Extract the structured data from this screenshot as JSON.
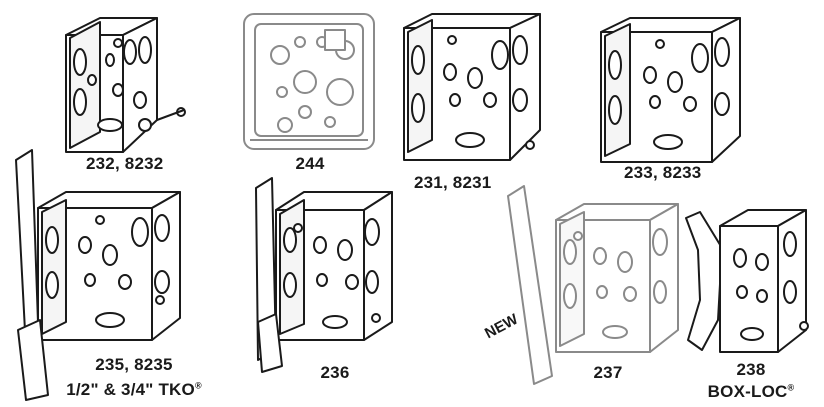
{
  "products": [
    {
      "id": "p232",
      "label": "232, 8232",
      "icon": "box-plain-icon"
    },
    {
      "id": "p244",
      "label": "244",
      "icon": "box-gray-icon"
    },
    {
      "id": "p231",
      "label": "231, 8231",
      "icon": "box-plain-icon"
    },
    {
      "id": "p233",
      "label": "233, 8233",
      "icon": "box-plain-icon"
    },
    {
      "id": "p235",
      "label": "235, 8235",
      "label2": "1/2\" & 3/4\" TKO",
      "label2_mark": "®",
      "icon": "box-bracket-icon"
    },
    {
      "id": "p236",
      "label": "236",
      "icon": "box-bracket-icon"
    },
    {
      "id": "p237",
      "label": "237",
      "badge": "NEW",
      "icon": "box-bracket-icon"
    },
    {
      "id": "p238",
      "label": "238",
      "label2": "BOX-LOC",
      "label2_mark": "®",
      "icon": "box-boxloc-icon"
    }
  ]
}
